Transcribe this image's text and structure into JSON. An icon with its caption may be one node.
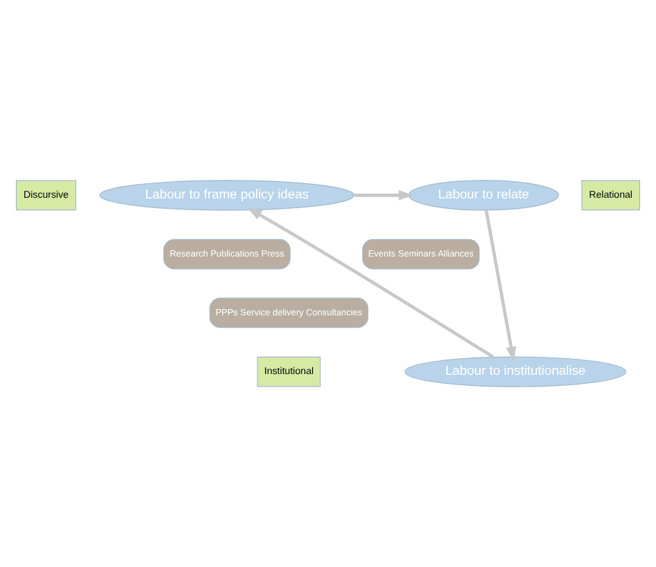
{
  "diagram": {
    "nodes": [
      {
        "text": [
          "Labour to frame policy ideas"
        ]
      },
      {
        "text": [
          "Labour to relate"
        ]
      },
      {
        "text": [
          "Labour to institutionalise"
        ]
      },
      {
        "text": [
          "Research Publications Press"
        ]
      },
      {
        "text": [
          "Events Seminars Alliances"
        ]
      },
      {
        "text": [
          "PPPs Service delivery Consultancies"
        ]
      },
      {
        "text": [
          "Discursive"
        ]
      },
      {
        "text": [
          "Relational"
        ]
      },
      {
        "text": [
          "Institutional"
        ]
      }
    ],
    "edges": [
      {
        "from": 0,
        "to": 1,
        "arrow": "to"
      },
      {
        "from": 1,
        "to": 2,
        "arrow": "to"
      },
      {
        "from": 2,
        "to": 0,
        "arrow": "to"
      }
    ]
  }
}
